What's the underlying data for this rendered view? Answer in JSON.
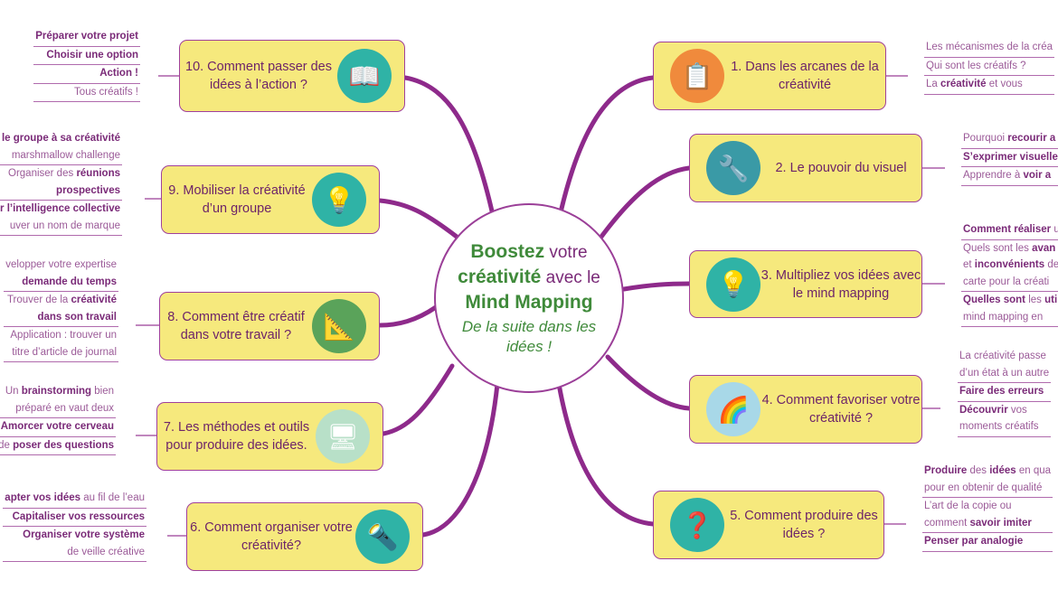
{
  "center": {
    "title_line1_bold": "Boostez",
    "title_line1_rest": " votre",
    "title_line2_bold": "créativité",
    "title_line2_rest": " avec le",
    "title_line3": "Mind Mapping",
    "subtitle": "De la suite dans les idées !"
  },
  "colors": {
    "branch": "#8e2a8b",
    "node_fill": "#f6e97d",
    "node_border": "#a0409c",
    "title_green": "#3f8a3a"
  },
  "branches": [
    {
      "id": "10",
      "label": "10. Comment passer des idées à l’action ?",
      "icon": "reading-person-icon",
      "icon_color": "#2fb3a6",
      "leaves": [
        {
          "lines": [
            [
              [
                "Préparer votre projet",
                1
              ]
            ]
          ]
        },
        {
          "lines": [
            [
              [
                "Choisir une option",
                1
              ]
            ]
          ]
        },
        {
          "lines": [
            [
              [
                "Action !",
                1
              ]
            ]
          ]
        },
        {
          "lines": [
            [
              [
                "Tous créatifs !",
                0
              ]
            ]
          ]
        }
      ]
    },
    {
      "id": "9",
      "label": "9. Mobiliser la créativité d’un groupe",
      "icon": "idea-box-icon",
      "icon_color": "#2fb3a6",
      "leaves": [
        {
          "lines": [
            [
              [
                "le groupe à sa créativité",
                1
              ]
            ],
            [
              [
                "marshmallow challenge",
                0
              ]
            ]
          ]
        },
        {
          "lines": [
            [
              [
                "Organiser des ",
                0
              ],
              [
                "réunions",
                1
              ]
            ],
            [
              [
                "prospectives",
                1
              ]
            ]
          ]
        },
        {
          "lines": [
            [
              [
                "r l’intelligence collective",
                1
              ]
            ],
            [
              [
                "uver un nom de marque",
                0
              ]
            ]
          ]
        }
      ]
    },
    {
      "id": "8",
      "label": "8. Comment être créatif dans votre travail ?",
      "icon": "compass-ruler-icon",
      "icon_color": "#5aa35a",
      "leaves": [
        {
          "lines": [
            [
              [
                "velopper votre expertise",
                0
              ]
            ],
            [
              [
                "demande du temps",
                1
              ]
            ]
          ]
        },
        {
          "lines": [
            [
              [
                "Trouver de la ",
                0
              ],
              [
                "créativité",
                1
              ]
            ],
            [
              [
                "dans son travail",
                1
              ]
            ]
          ]
        },
        {
          "lines": [
            [
              [
                "Application : trouver un",
                0
              ]
            ],
            [
              [
                "titre d’article de journal",
                0
              ]
            ]
          ]
        }
      ]
    },
    {
      "id": "7",
      "label": "7. Les méthodes et outils pour produire des idées.",
      "icon": "board-tools-icon",
      "icon_color": "#b8e0c8",
      "leaves": [
        {
          "lines": [
            [
              [
                "Un ",
                0
              ],
              [
                "brainstorming",
                1
              ],
              [
                " bien",
                0
              ]
            ],
            [
              [
                "préparé en vaut deux",
                0
              ]
            ]
          ]
        },
        {
          "lines": [
            [
              [
                "Amorcer votre cerveau",
                1
              ]
            ]
          ]
        },
        {
          "lines": [
            [
              [
                "de ",
                0
              ],
              [
                "poser des questions",
                1
              ]
            ]
          ]
        }
      ]
    },
    {
      "id": "6",
      "label": "6. Comment organiser votre créativité?",
      "icon": "lamp-icon",
      "icon_color": "#2fb3a6",
      "leaves": [
        {
          "lines": [
            [
              [
                "apter vos idées",
                1
              ],
              [
                " au fil de l’eau",
                0
              ]
            ]
          ]
        },
        {
          "lines": [
            [
              [
                "Capitaliser vos ressources",
                1
              ]
            ]
          ]
        },
        {
          "lines": [
            [
              [
                "Organiser votre système",
                1
              ]
            ],
            [
              [
                "de veille créative",
                0
              ]
            ]
          ]
        }
      ]
    },
    {
      "id": "1",
      "label": "1. Dans les arcanes de la créativité",
      "icon": "clipboard-icon",
      "icon_color": "#f08a3c",
      "leaves": [
        {
          "lines": [
            [
              [
                "Les mécanismes de la créa",
                0
              ]
            ]
          ]
        },
        {
          "lines": [
            [
              [
                "Qui sont les créatifs ?",
                0
              ]
            ]
          ]
        },
        {
          "lines": [
            [
              [
                "La ",
                0
              ],
              [
                "créativité",
                1
              ],
              [
                " et vous",
                0
              ]
            ]
          ]
        }
      ]
    },
    {
      "id": "2",
      "label": "2. Le pouvoir du visuel",
      "icon": "tools-icon",
      "icon_color": "#3a9aa6",
      "leaves": [
        {
          "lines": [
            [
              [
                "Pourquoi ",
                0
              ],
              [
                "recourir a",
                1
              ]
            ]
          ]
        },
        {
          "lines": [
            [
              [
                "S’exprimer visuellem",
                1
              ]
            ]
          ]
        },
        {
          "lines": [
            [
              [
                "Apprendre à ",
                0
              ],
              [
                "voir a",
                1
              ]
            ]
          ]
        }
      ]
    },
    {
      "id": "3",
      "label": "3. Multipliez vos idées avec le mind mapping",
      "icon": "network-icon",
      "icon_color": "#2fb3a6",
      "leaves": [
        {
          "lines": [
            [
              [
                "Comment réaliser",
                1
              ],
              [
                " u",
                0
              ]
            ]
          ]
        },
        {
          "lines": [
            [
              [
                "Quels sont les ",
                0
              ],
              [
                "avan",
                1
              ]
            ],
            [
              [
                "et ",
                0
              ],
              [
                "inconvénients",
                1
              ],
              [
                " de",
                0
              ]
            ],
            [
              [
                "carte pour la créati",
                0
              ]
            ]
          ]
        },
        {
          "lines": [
            [
              [
                "Quelles sont",
                1
              ],
              [
                " les ",
                0
              ],
              [
                "uti",
                1
              ]
            ],
            [
              [
                "mind mapping en",
                0
              ]
            ]
          ]
        }
      ]
    },
    {
      "id": "4",
      "label": "4. Comment favoriser votre créativité ?",
      "icon": "rainbow-icon",
      "icon_color": "#a8d8e8",
      "leaves": [
        {
          "lines": [
            [
              [
                "La créativité passe",
                0
              ]
            ],
            [
              [
                "d’un état à un autre",
                0
              ]
            ]
          ]
        },
        {
          "lines": [
            [
              [
                "Faire des erreurs",
                1
              ]
            ]
          ]
        },
        {
          "lines": [
            [
              [
                "Découvrir",
                1
              ],
              [
                " vos",
                0
              ]
            ],
            [
              [
                "moments créatifs",
                0
              ]
            ]
          ]
        }
      ]
    },
    {
      "id": "5",
      "label": "5. Comment produire des idées ?",
      "icon": "question-bubbles-icon",
      "icon_color": "#2fb3a6",
      "leaves": [
        {
          "lines": [
            [
              [
                "Produire",
                1
              ],
              [
                " des ",
                0
              ],
              [
                "idées",
                1
              ],
              [
                " en qua",
                0
              ]
            ],
            [
              [
                "pour en obtenir de qualité",
                0
              ]
            ]
          ]
        },
        {
          "lines": [
            [
              [
                "L’art de la copie ou",
                0
              ]
            ],
            [
              [
                "comment ",
                0
              ],
              [
                "savoir imiter",
                1
              ]
            ]
          ]
        },
        {
          "lines": [
            [
              [
                "Penser par analogie",
                1
              ]
            ]
          ]
        }
      ]
    }
  ]
}
